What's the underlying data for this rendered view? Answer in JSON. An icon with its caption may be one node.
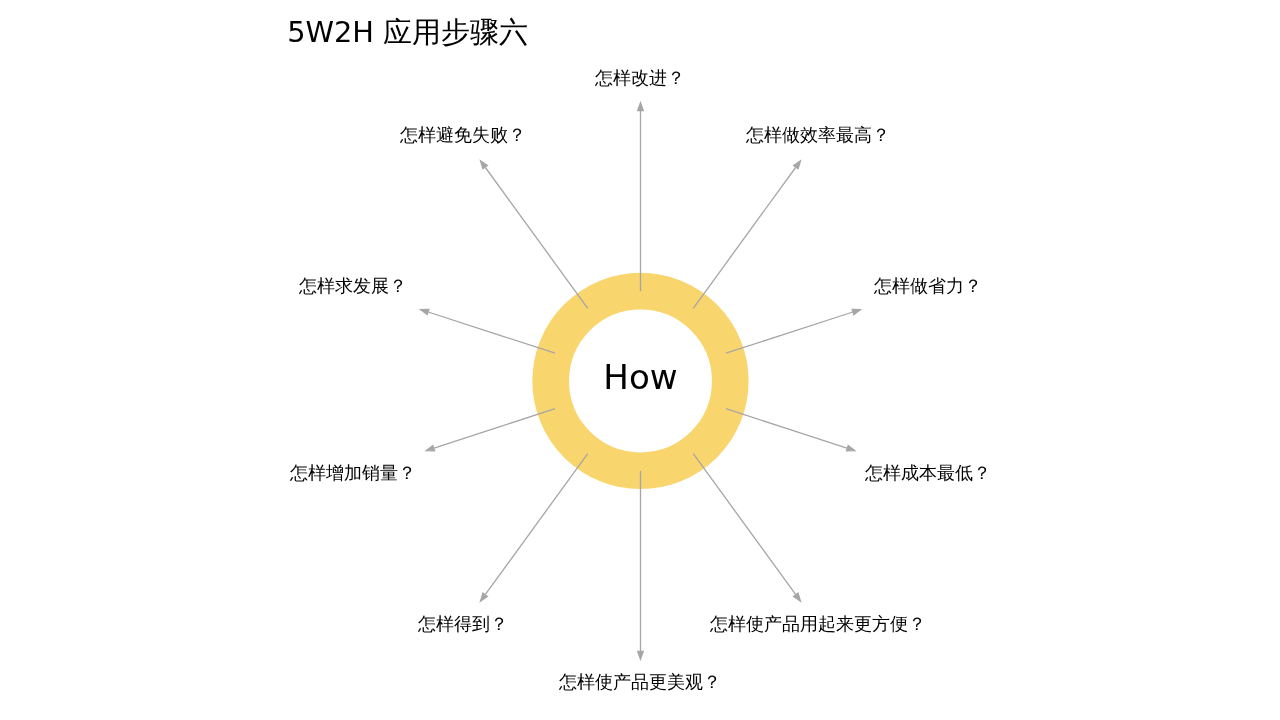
{
  "diagram": {
    "title": "5W2H 应用步骤六",
    "nodes": [
      {
        "text": [
          "How"
        ]
      },
      {
        "text": [
          "怎样做省力？"
        ]
      },
      {
        "text": [
          "怎样做效率最高？"
        ]
      },
      {
        "text": [
          "怎样改进？"
        ]
      },
      {
        "text": [
          "怎样避免失败？"
        ]
      },
      {
        "text": [
          "怎样求发展？"
        ]
      },
      {
        "text": [
          "怎样增加销量？"
        ]
      },
      {
        "text": [
          "怎样得到？"
        ]
      },
      {
        "text": [
          "怎样使产品更美观？"
        ]
      },
      {
        "text": [
          "怎样使产品用起来更方便？"
        ]
      },
      {
        "text": [
          "怎样成本最低？"
        ]
      }
    ],
    "edges": [
      {
        "from": 0,
        "to": 1,
        "arrow": "to"
      },
      {
        "from": 0,
        "to": 2,
        "arrow": "to"
      },
      {
        "from": 0,
        "to": 3,
        "arrow": "to"
      },
      {
        "from": 0,
        "to": 4,
        "arrow": "to"
      },
      {
        "from": 0,
        "to": 5,
        "arrow": "to"
      },
      {
        "from": 0,
        "to": 6,
        "arrow": "to"
      },
      {
        "from": 0,
        "to": 7,
        "arrow": "to"
      },
      {
        "from": 0,
        "to": 8,
        "arrow": "to"
      },
      {
        "from": 0,
        "to": 9,
        "arrow": "to"
      },
      {
        "from": 0,
        "to": 10,
        "arrow": "to"
      }
    ]
  }
}
